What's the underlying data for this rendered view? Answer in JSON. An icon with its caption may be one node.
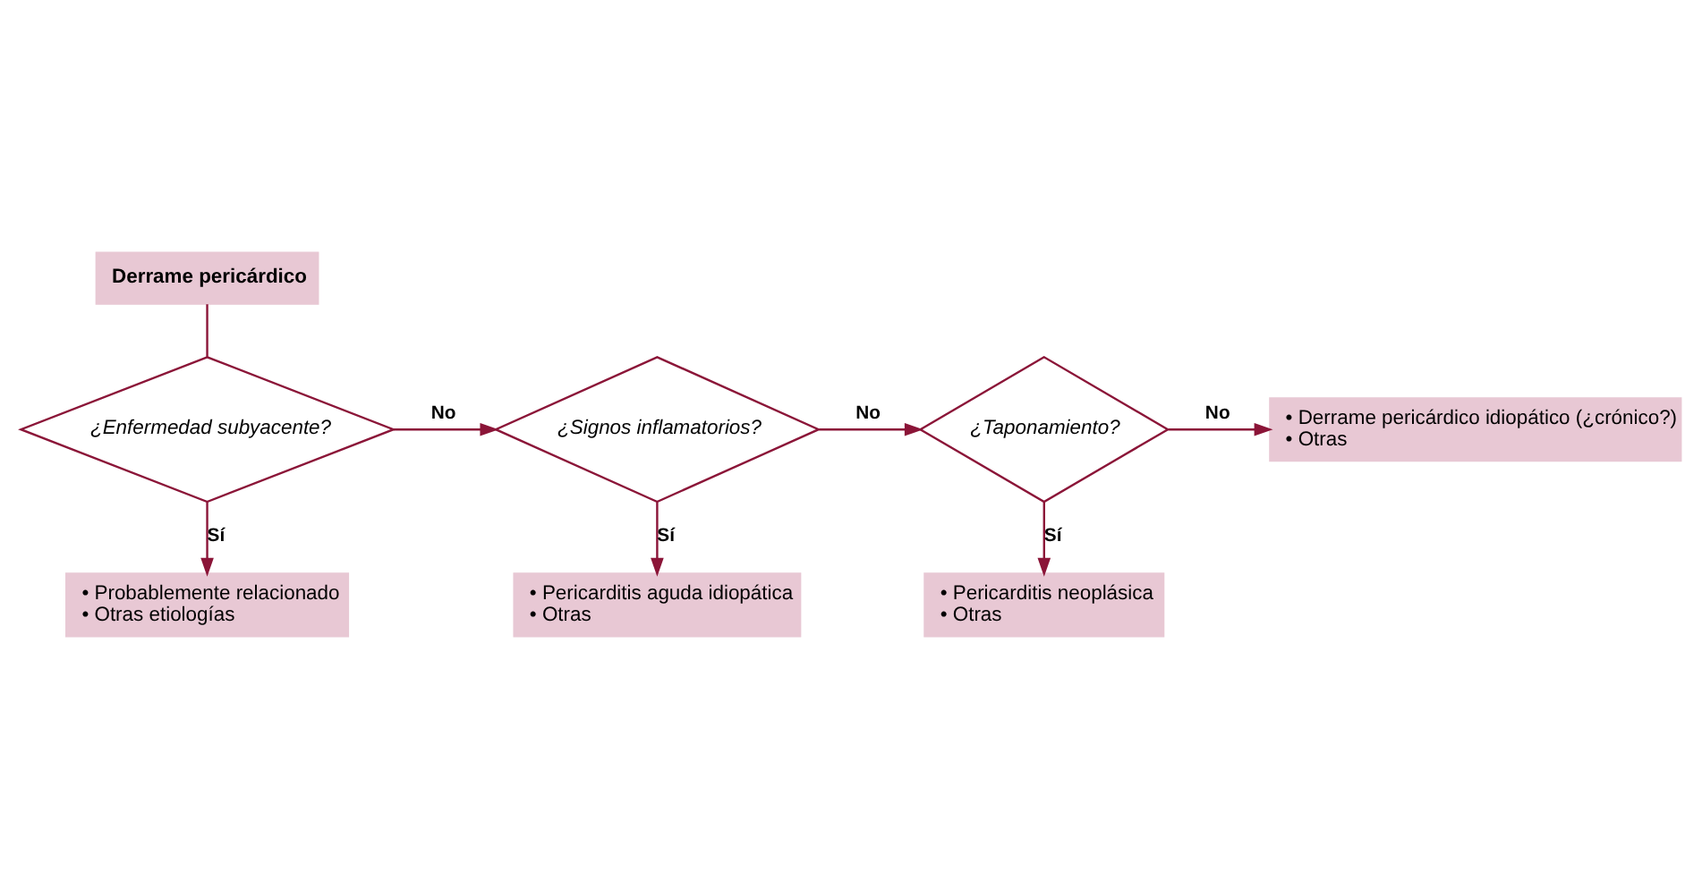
{
  "diagram": {
    "nodes": [
      {
        "text": [
          "Derrame pericárdico"
        ]
      },
      {
        "text": [
          "¿Enfermedad subyacente?"
        ]
      },
      {
        "text": [
          "¿Signos inflamatorios?"
        ]
      },
      {
        "text": [
          "¿Taponamiento?"
        ]
      },
      {
        "text": [
          "• Derrame pericárdico idiopático (¿crónico?)",
          "• Otras"
        ]
      },
      {
        "text": [
          "• Probablemente relacionado",
          "• Otras etiologías"
        ]
      },
      {
        "text": [
          "• Pericarditis aguda idiopática",
          "• Otras"
        ]
      },
      {
        "text": [
          "• Pericarditis neoplásica",
          "• Otras"
        ]
      }
    ],
    "edges": [
      {
        "from": 0,
        "to": 1,
        "arrow": "none"
      },
      {
        "from": 1,
        "to": 2,
        "arrow": "to",
        "label": "No"
      },
      {
        "from": 2,
        "to": 3,
        "arrow": "to",
        "label": "No"
      },
      {
        "from": 3,
        "to": 4,
        "arrow": "to",
        "label": "No"
      },
      {
        "from": 1,
        "to": 5,
        "arrow": "to",
        "label": "Sí"
      },
      {
        "from": 2,
        "to": 6,
        "arrow": "to",
        "label": "Sí"
      },
      {
        "from": 3,
        "to": 7,
        "arrow": "to",
        "label": "Sí"
      }
    ]
  }
}
